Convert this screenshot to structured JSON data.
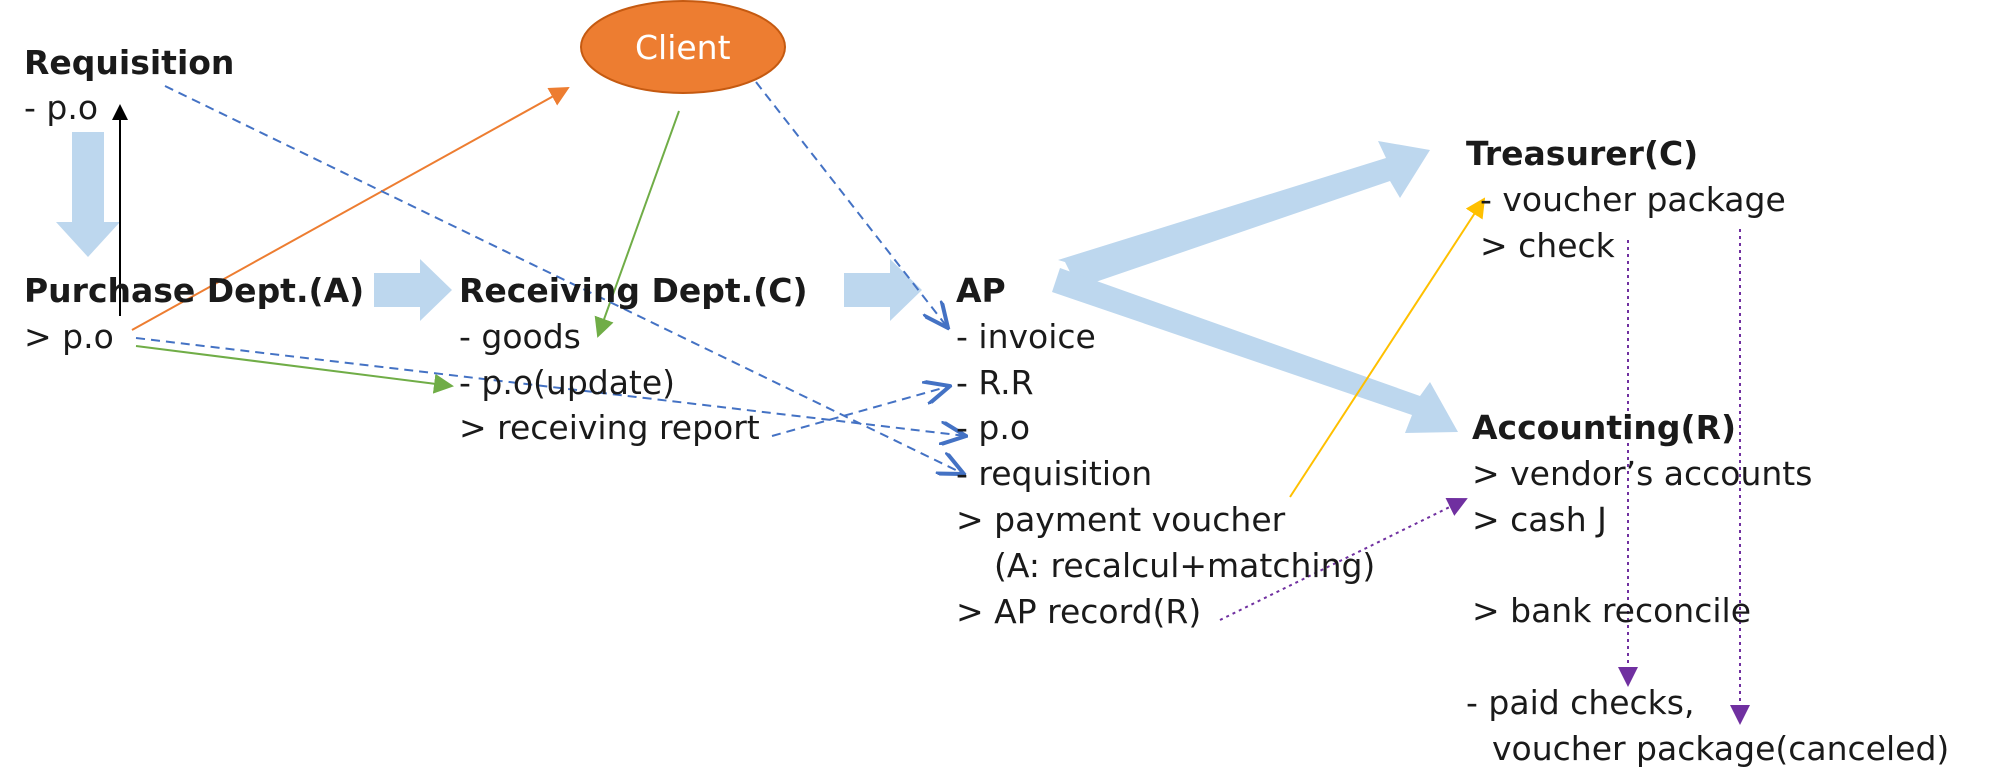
{
  "colors": {
    "flow_arrow": "#bdd7ee",
    "client_fill": "#ed7d31",
    "client_stroke": "#c55a11",
    "orange_line": "#ed7d31",
    "green_line": "#70ad47",
    "blue_dashed": "#4472c4",
    "purple_dotted": "#7030a0",
    "yellow_line": "#ffc000",
    "text": "#1a1a1a"
  },
  "client": {
    "label": "Client"
  },
  "requisition": {
    "title": "Requisition",
    "items": [
      "- p.o"
    ]
  },
  "purchase": {
    "title": "Purchase Dept.(A)",
    "items": [
      ">  p.o"
    ]
  },
  "receiving": {
    "title": "Receiving Dept.(C)",
    "items": [
      "- goods",
      "- p.o(update)",
      ">  receiving report"
    ]
  },
  "ap": {
    "title": "AP",
    "items": [
      "- invoice",
      "- R.R",
      "-  p.o",
      "- requisition",
      ">  payment voucher",
      "(A: recalcul+matching)",
      ">  AP record(R)"
    ]
  },
  "treasurer": {
    "title": "Treasurer(C)",
    "items": [
      "- voucher package",
      ">  check"
    ]
  },
  "accounting": {
    "title": "Accounting(R)",
    "items": [
      ">  vendor’s accounts",
      ">  cash J",
      ">  bank reconcile",
      "- paid checks,",
      "voucher package(canceled)"
    ]
  }
}
